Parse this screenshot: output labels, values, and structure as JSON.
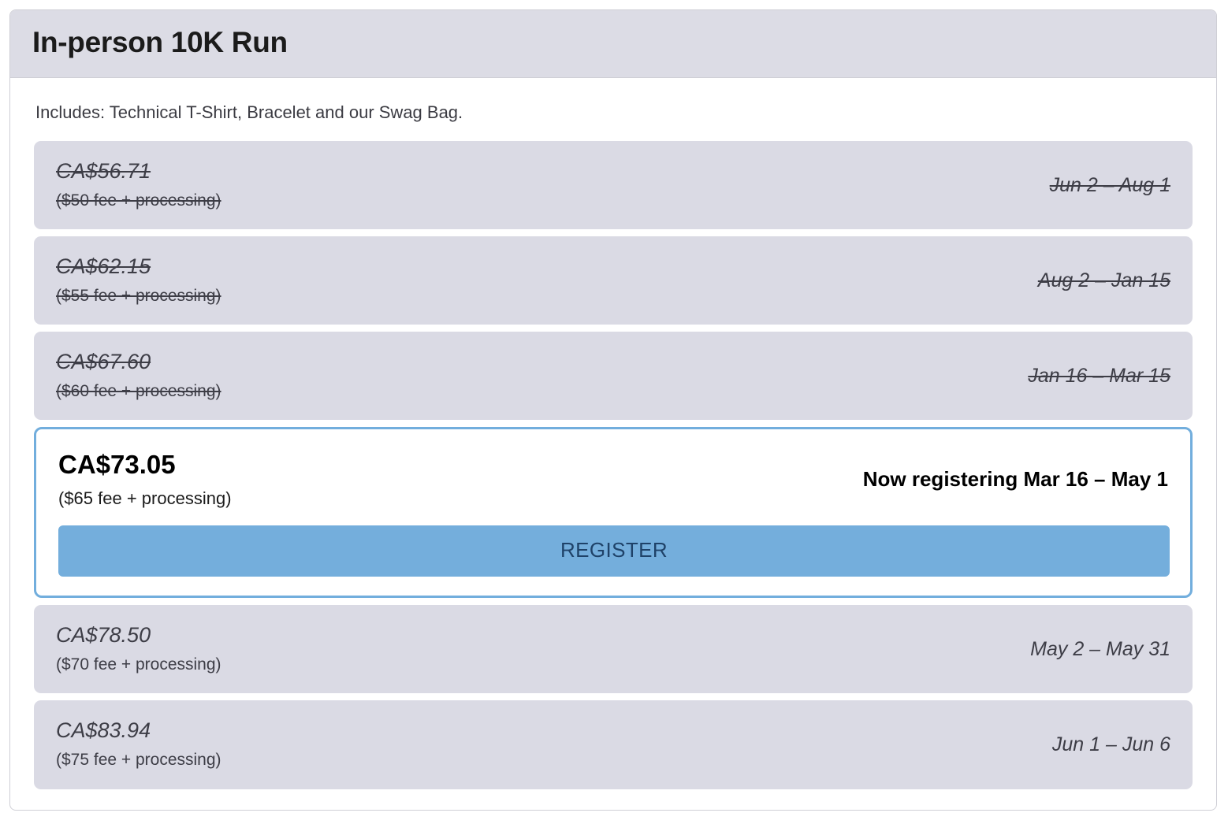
{
  "card": {
    "title": "In-person 10K Run",
    "includes": "Includes: Technical T-Shirt, Bracelet and our Swag Bag.",
    "accent_color": "#74aedc",
    "row_background": "#dadae4",
    "header_background": "#dcdce5"
  },
  "tiers": [
    {
      "state": "past",
      "price": "CA$56.71",
      "fee": "($50 fee + processing)",
      "dates": "Jun 2 – Aug 1"
    },
    {
      "state": "past",
      "price": "CA$62.15",
      "fee": "($55 fee + processing)",
      "dates": "Aug 2 – Jan 15"
    },
    {
      "state": "past",
      "price": "CA$67.60",
      "fee": "($60 fee + processing)",
      "dates": "Jan 16 – Mar 15"
    },
    {
      "state": "active",
      "price": "CA$73.05",
      "fee": "($65 fee + processing)",
      "dates": "Now registering Mar 16 – May 1",
      "button_label": "REGISTER"
    },
    {
      "state": "future",
      "price": "CA$78.50",
      "fee": "($70 fee + processing)",
      "dates": "May 2 – May 31"
    },
    {
      "state": "future",
      "price": "CA$83.94",
      "fee": "($75 fee + processing)",
      "dates": "Jun 1 – Jun 6"
    }
  ]
}
